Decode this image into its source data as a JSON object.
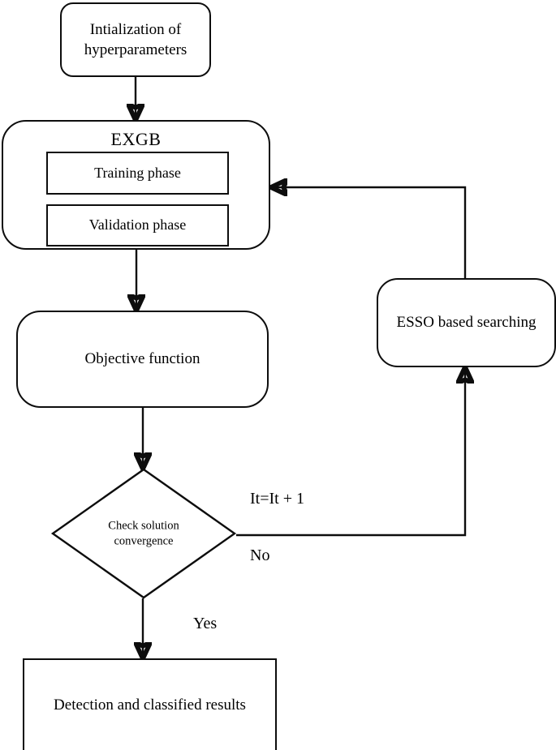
{
  "diagram": {
    "title": "EXGB hyperparameter optimization flowchart",
    "type": "flowchart",
    "stroke_color": "#0d0d0d",
    "background_color": "#ffffff"
  },
  "nodes": {
    "initialization": {
      "label": "Intialization of\nhyperparameters",
      "shape": "rounded-rectangle"
    },
    "exgb": {
      "title": "EXGB",
      "shape": "rounded-rectangle",
      "subboxes": [
        {
          "label": "Training phase",
          "shape": "rectangle"
        },
        {
          "label": "Validation phase",
          "shape": "rectangle"
        }
      ]
    },
    "objective": {
      "label": "Objective function",
      "shape": "rounded-rectangle"
    },
    "decision": {
      "label": "Check solution\nconvergence",
      "shape": "diamond"
    },
    "esso": {
      "label": "ESSO based searching",
      "shape": "rounded-rectangle"
    },
    "results": {
      "label": "Detection and classified results",
      "shape": "rectangle"
    }
  },
  "edges": {
    "iteration_label": "It=It + 1",
    "no_label": "No",
    "yes_label": "Yes"
  }
}
